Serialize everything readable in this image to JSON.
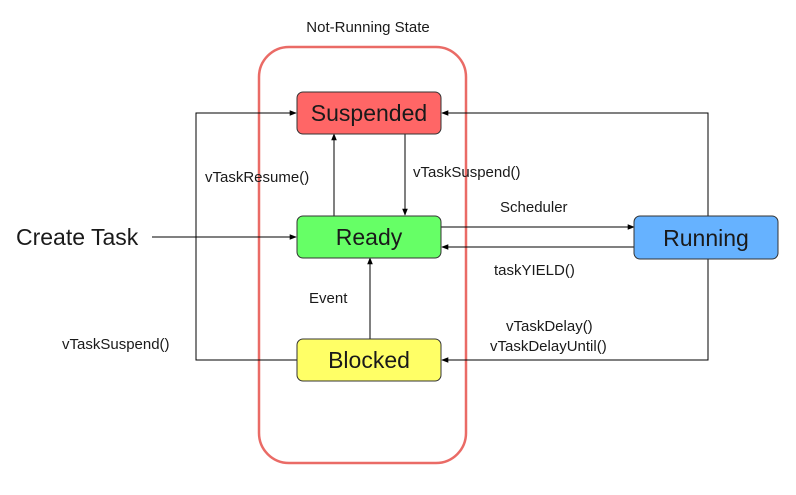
{
  "group": {
    "title": "Not-Running State"
  },
  "states": {
    "suspended": {
      "label": "Suspended",
      "color": "#ff6666"
    },
    "ready": {
      "label": "Ready",
      "color": "#66ff66"
    },
    "blocked": {
      "label": "Blocked",
      "color": "#ffff66"
    },
    "running": {
      "label": "Running",
      "color": "#66b2ff"
    }
  },
  "entry": {
    "label": "Create Task"
  },
  "transitions": {
    "resume": "vTaskResume()",
    "suspend_ready": "vTaskSuspend()",
    "scheduler": "Scheduler",
    "yield": "taskYIELD()",
    "event": "Event",
    "suspend_blocked": "vTaskSuspend()",
    "delay": "vTaskDelay()",
    "delay_until": "vTaskDelayUntil()"
  },
  "colors": {
    "group_border": "#ea6b66",
    "edge": "#000000"
  }
}
